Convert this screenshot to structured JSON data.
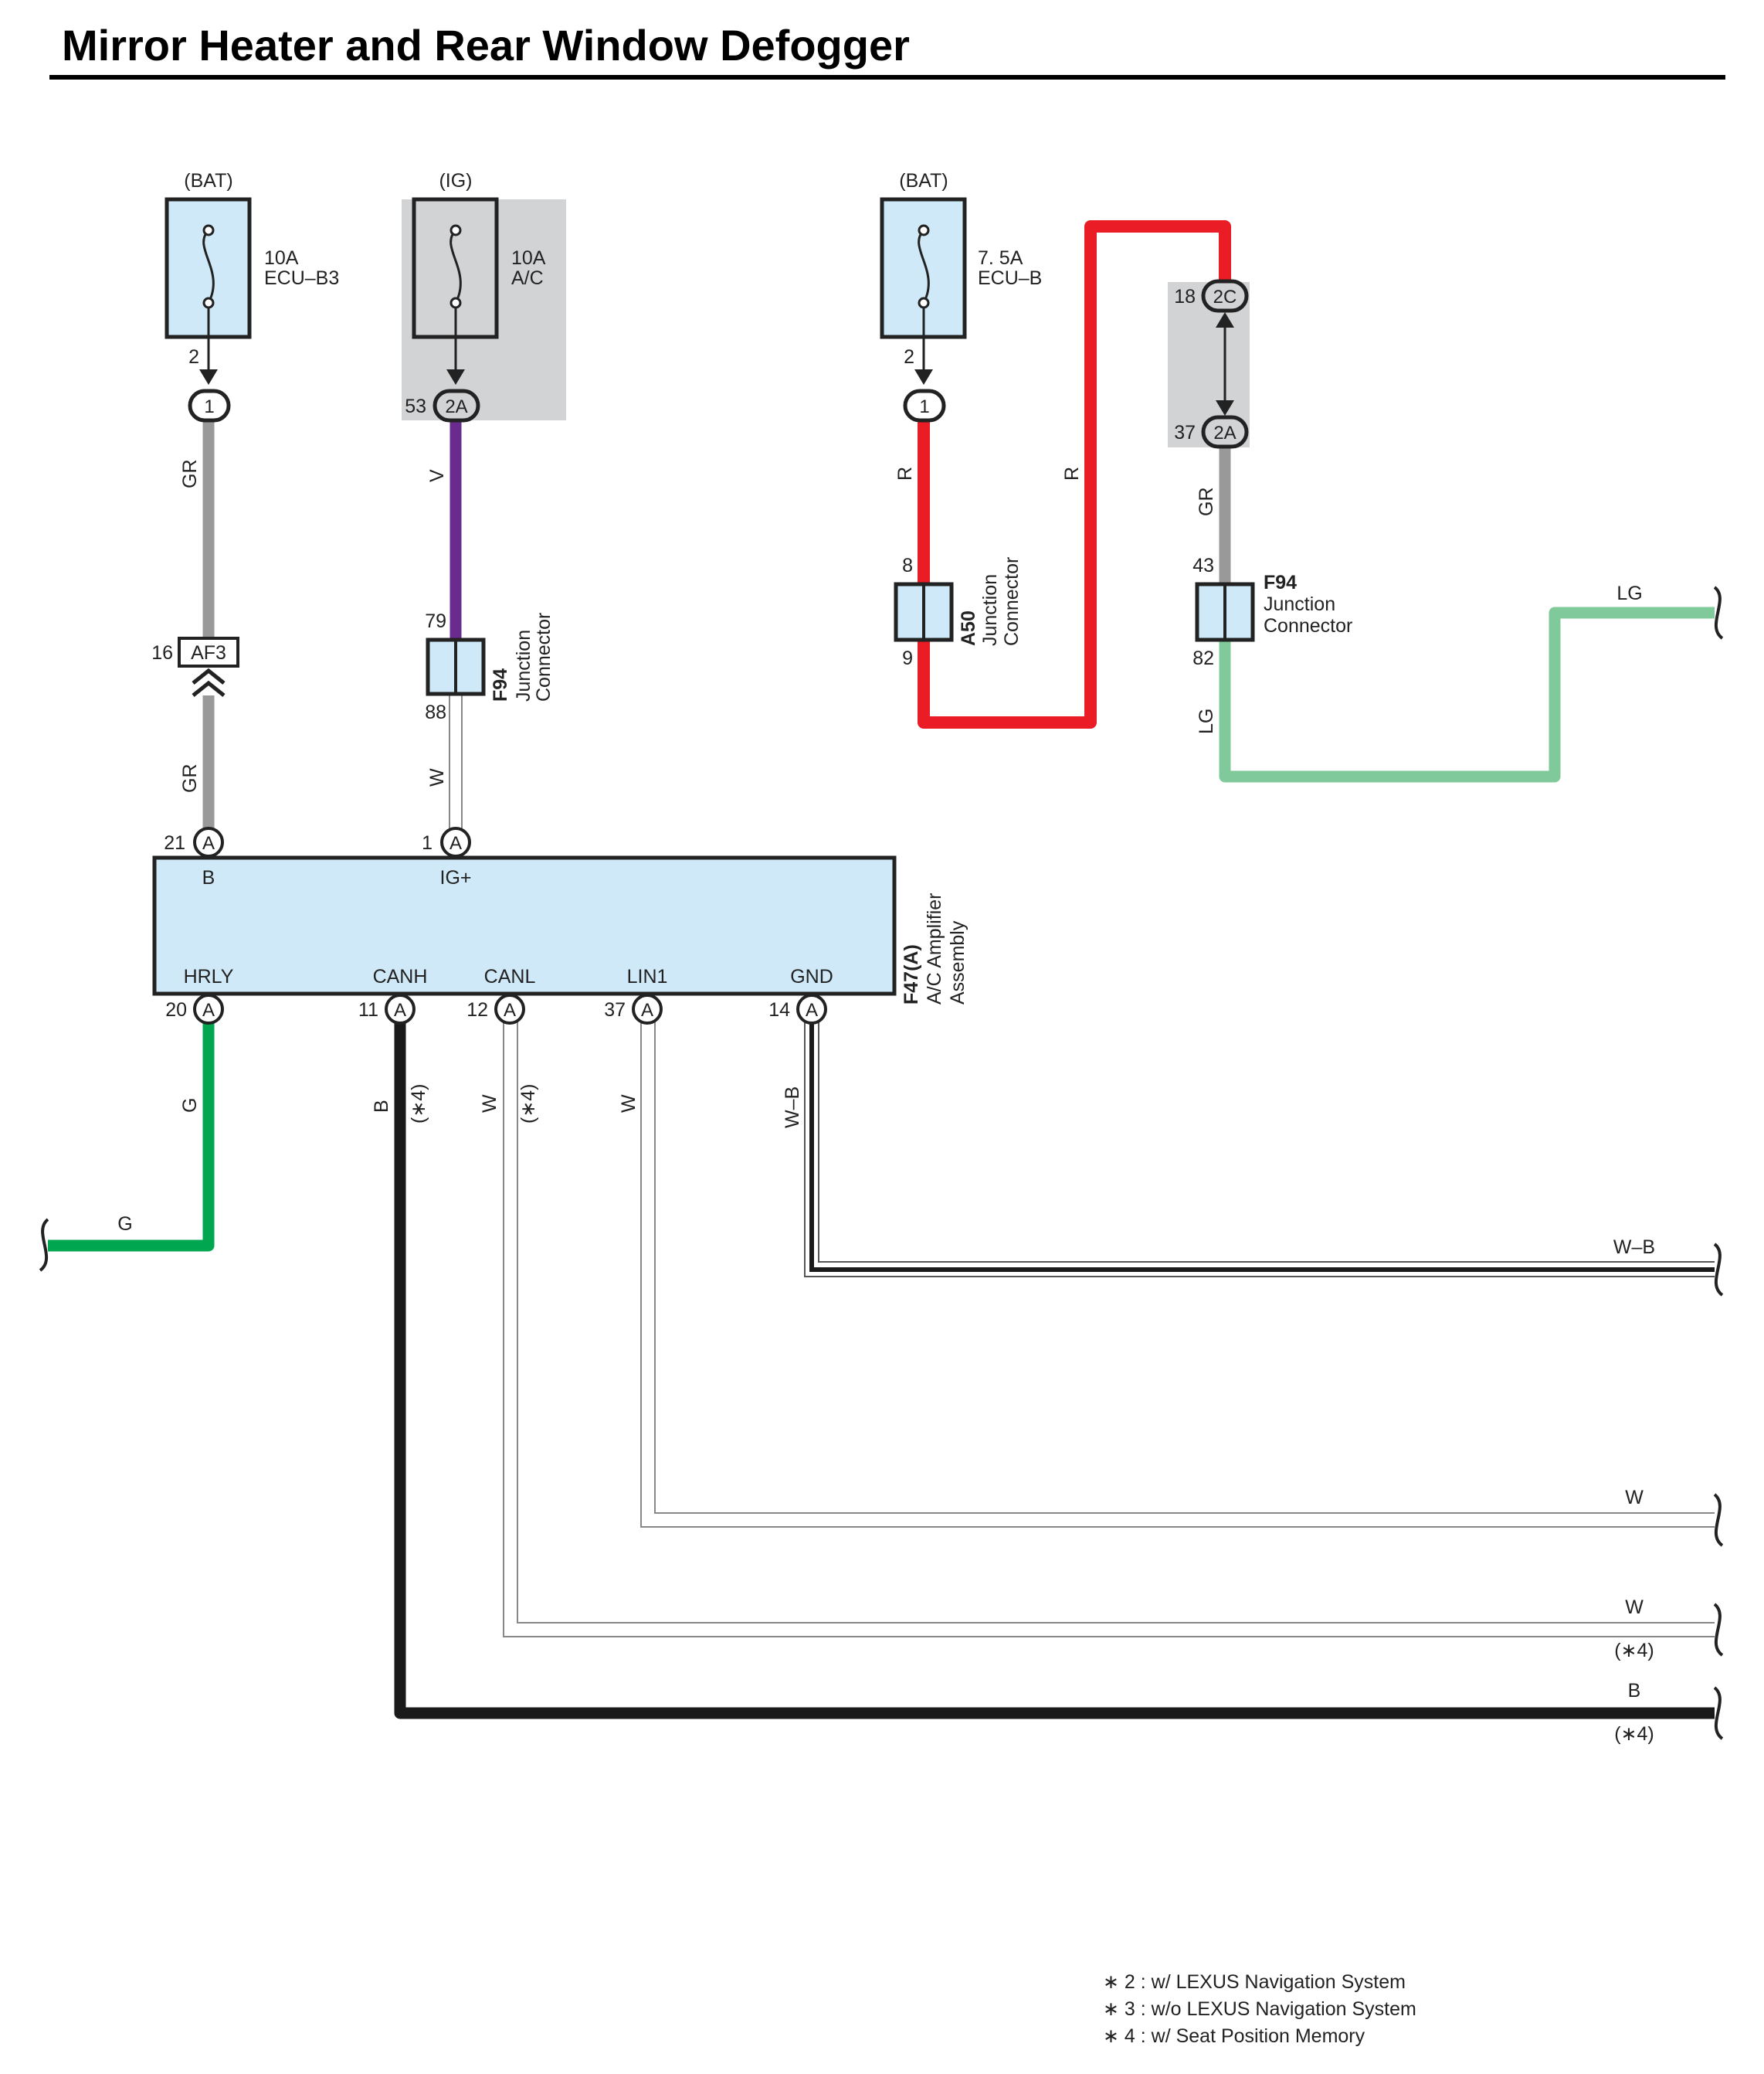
{
  "title": "Mirror Heater and Rear Window Defogger",
  "sources": {
    "bat1": {
      "label": "(BAT)",
      "amp": "10A",
      "name": "ECU–B3",
      "pin": "2"
    },
    "ig": {
      "label": "(IG)",
      "amp": "10A",
      "name": "A/C"
    },
    "bat2": {
      "label": "(BAT)",
      "amp": "7. 5A",
      "name": "ECU–B",
      "pin": "2"
    }
  },
  "connectors": {
    "c1a": {
      "code": "1"
    },
    "c2a_ig": {
      "code": "2A",
      "pin": "53"
    },
    "c1b": {
      "code": "1"
    },
    "c2c": {
      "code": "2C",
      "pin": "18"
    },
    "c2a_r": {
      "code": "2A",
      "pin": "37"
    },
    "af3": {
      "code": "AF3",
      "pin": "16"
    }
  },
  "junctions": {
    "f94_left": {
      "code": "F94",
      "desc1": "Junction",
      "desc2": "Connector",
      "pin_in": "79",
      "pin_out": "88"
    },
    "a50": {
      "code": "A50",
      "desc1": "Junction",
      "desc2": "Connector",
      "pin_in": "8",
      "pin_out": "9"
    },
    "f94_right": {
      "code": "F94",
      "desc1": "Junction",
      "desc2": "Connector",
      "pin_in": "43",
      "pin_out": "82"
    }
  },
  "wires": {
    "gr_top": "GR",
    "v": "V",
    "gr_bottom": "GR",
    "w_ig": "W",
    "r_left": "R",
    "r_right": "R",
    "gr_right": "GR",
    "lg_vert": "LG",
    "lg_end": "LG",
    "g_vert": "G",
    "g_end": "G",
    "b_canh": "B",
    "canh_note": "(∗4)",
    "w_canl": "W",
    "canl_note": "(∗4)",
    "w_lin1": "W",
    "wb_gnd": "W–B",
    "wb_end": "W–B",
    "w_end_lin": "W",
    "w_end_canl": "W",
    "w_end_canl_note": "(∗4)",
    "b_end": "B",
    "b_end_note": "(∗4)"
  },
  "amplifier": {
    "code": "F47(A)",
    "desc1": "A/C Amplifier",
    "desc2": "Assembly",
    "top_pins": [
      {
        "num": "21",
        "conn": "A",
        "label": "B"
      },
      {
        "num": "1",
        "conn": "A",
        "label": "IG+"
      }
    ],
    "bottom_pins": [
      {
        "num": "20",
        "conn": "A",
        "label": "HRLY"
      },
      {
        "num": "11",
        "conn": "A",
        "label": "CANH"
      },
      {
        "num": "12",
        "conn": "A",
        "label": "CANL"
      },
      {
        "num": "37",
        "conn": "A",
        "label": "LIN1"
      },
      {
        "num": "14",
        "conn": "A",
        "label": "GND"
      }
    ]
  },
  "footnotes": [
    "∗ 2 : w/ LEXUS Navigation System",
    "∗ 3 : w/o LEXUS Navigation System",
    "∗ 4 : w/ Seat Position Memory"
  ],
  "colors": {
    "gray": "#999999",
    "violet": "#6a2b8f",
    "red": "#ea1c25",
    "lightgreen": "#80c99a",
    "green": "#00a650",
    "black": "#1a1a1a",
    "box_fill": "#cfe9f8",
    "shade": "#d2d3d5"
  }
}
